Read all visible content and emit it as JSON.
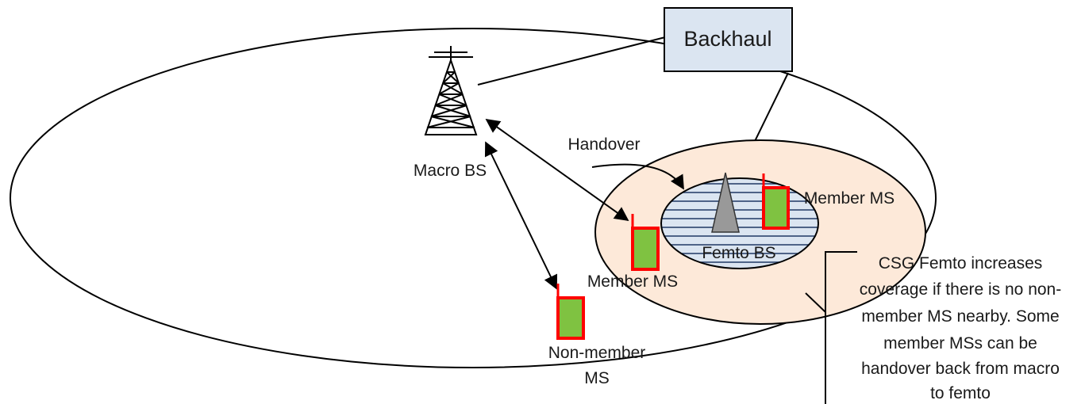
{
  "backhaul": {
    "label": "Backhaul"
  },
  "macro_bs": {
    "label": "Macro BS"
  },
  "femto_bs": {
    "label": "Femto BS"
  },
  "handover": {
    "label": "Handover"
  },
  "member_ms_right": {
    "label": "Member MS"
  },
  "member_ms_left": {
    "label": "Member MS"
  },
  "non_member_ms": {
    "line1": "Non-member",
    "line2": "MS"
  },
  "note": {
    "lines": [
      "CSG Femto increases",
      "coverage if there is no non-",
      "member MS nearby. Some",
      "member MSs can be",
      "handover back from macro",
      "to femto"
    ]
  },
  "colors": {
    "backhaul_fill": "#dbe5f1",
    "femto_outer_fill": "#fde9d9",
    "femto_inner_fill": "#dbe5f1",
    "femto_stripe": "#1f3864",
    "phone_border": "#ff0000",
    "phone_screen": "#7fc241",
    "femto_tower": "#999999"
  }
}
